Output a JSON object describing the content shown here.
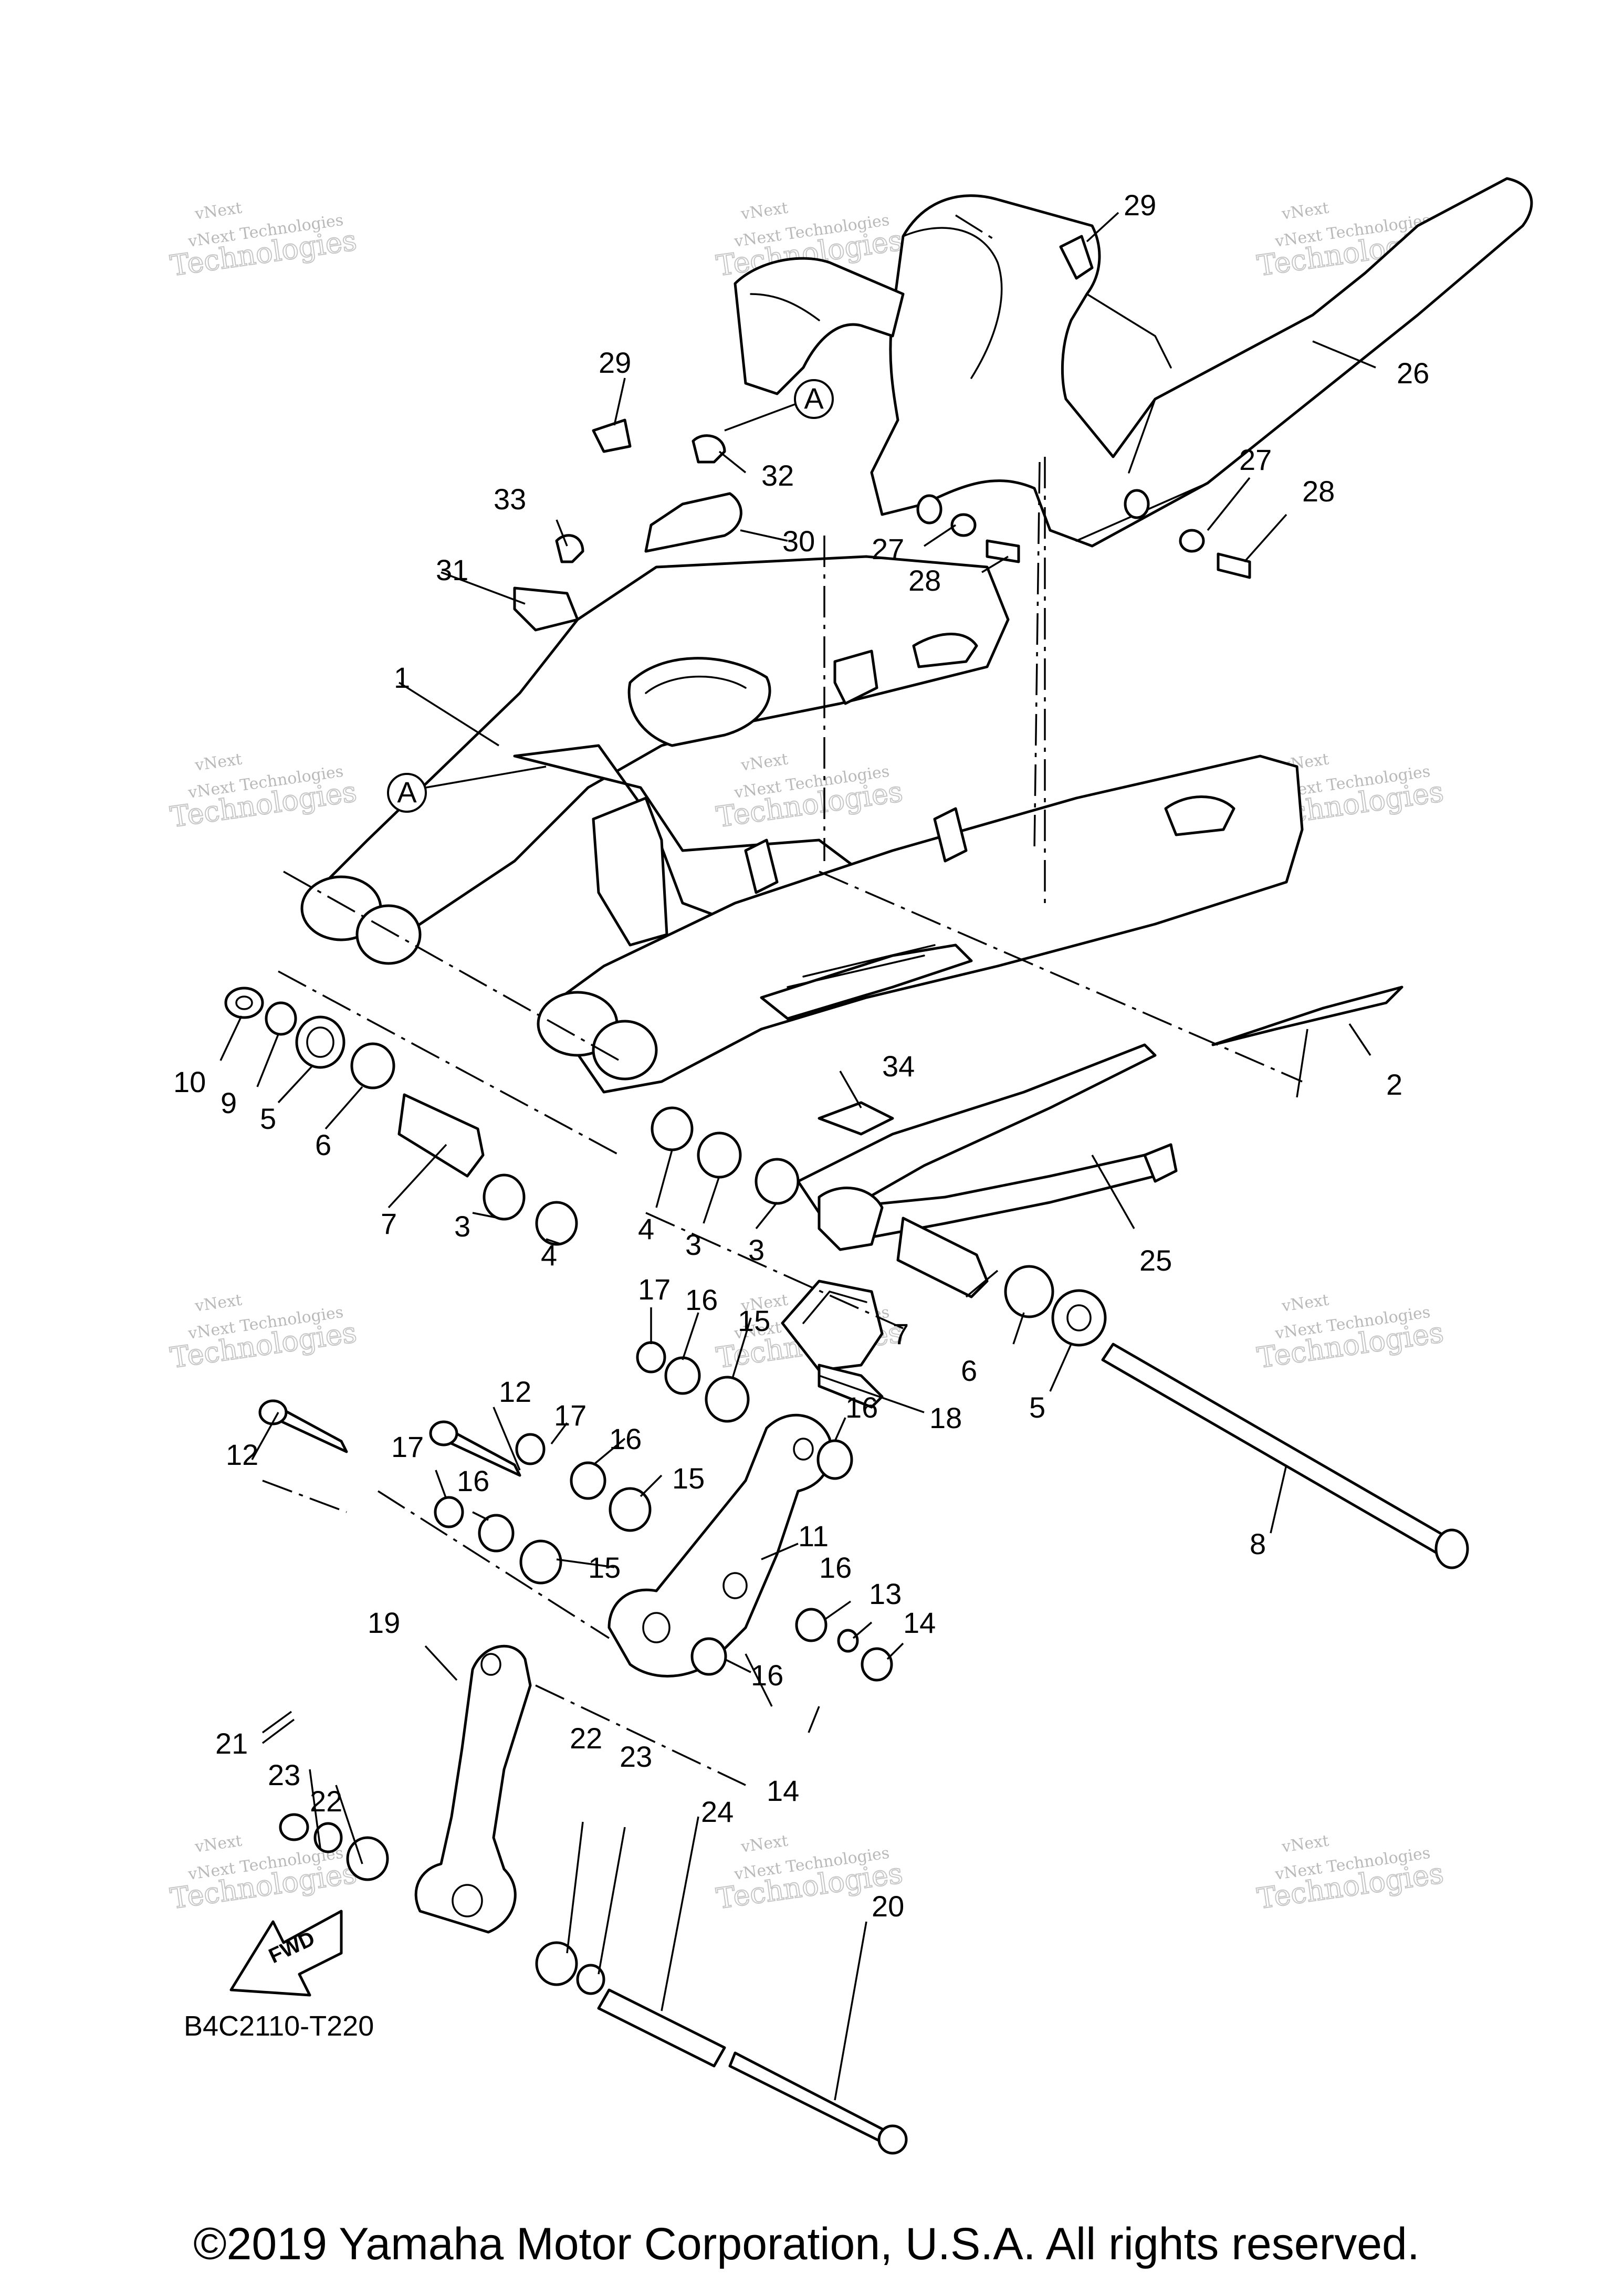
{
  "diagram": {
    "code": "B4C2110-T220",
    "copyright": "©2019 Yamaha Motor Corporation, U.S.A. All rights reserved.",
    "fwd_label": "FWD",
    "reference_mark": "A",
    "watermark": {
      "line1": "vNext Technologies",
      "line2": "Technologies",
      "line3": "vNext"
    },
    "callouts": [
      {
        "id": "c1",
        "text": "1"
      },
      {
        "id": "c2",
        "text": "2"
      },
      {
        "id": "c3a",
        "text": "3"
      },
      {
        "id": "c3b",
        "text": "3"
      },
      {
        "id": "c3c",
        "text": "3"
      },
      {
        "id": "c4a",
        "text": "4"
      },
      {
        "id": "c4b",
        "text": "4"
      },
      {
        "id": "c5a",
        "text": "5"
      },
      {
        "id": "c5b",
        "text": "5"
      },
      {
        "id": "c6a",
        "text": "6"
      },
      {
        "id": "c6b",
        "text": "6"
      },
      {
        "id": "c7a",
        "text": "7"
      },
      {
        "id": "c7b",
        "text": "7"
      },
      {
        "id": "c8",
        "text": "8"
      },
      {
        "id": "c9",
        "text": "9"
      },
      {
        "id": "c10",
        "text": "10"
      },
      {
        "id": "c11",
        "text": "11"
      },
      {
        "id": "c12a",
        "text": "12"
      },
      {
        "id": "c12b",
        "text": "12"
      },
      {
        "id": "c13",
        "text": "13"
      },
      {
        "id": "c14a",
        "text": "14"
      },
      {
        "id": "c14b",
        "text": "14"
      },
      {
        "id": "c15a",
        "text": "15"
      },
      {
        "id": "c15b",
        "text": "15"
      },
      {
        "id": "c15c",
        "text": "15"
      },
      {
        "id": "c16a",
        "text": "16"
      },
      {
        "id": "c16b",
        "text": "16"
      },
      {
        "id": "c16c",
        "text": "16"
      },
      {
        "id": "c16d",
        "text": "16"
      },
      {
        "id": "c16e",
        "text": "16"
      },
      {
        "id": "c16f",
        "text": "16"
      },
      {
        "id": "c17a",
        "text": "17"
      },
      {
        "id": "c17b",
        "text": "17"
      },
      {
        "id": "c17c",
        "text": "17"
      },
      {
        "id": "c18",
        "text": "18"
      },
      {
        "id": "c19",
        "text": "19"
      },
      {
        "id": "c20",
        "text": "20"
      },
      {
        "id": "c21",
        "text": "21"
      },
      {
        "id": "c22a",
        "text": "22"
      },
      {
        "id": "c22b",
        "text": "22"
      },
      {
        "id": "c23a",
        "text": "23"
      },
      {
        "id": "c23b",
        "text": "23"
      },
      {
        "id": "c24",
        "text": "24"
      },
      {
        "id": "c25",
        "text": "25"
      },
      {
        "id": "c26",
        "text": "26"
      },
      {
        "id": "c27a",
        "text": "27"
      },
      {
        "id": "c27b",
        "text": "27"
      },
      {
        "id": "c28a",
        "text": "28"
      },
      {
        "id": "c28b",
        "text": "28"
      },
      {
        "id": "c29a",
        "text": "29"
      },
      {
        "id": "c29b",
        "text": "29"
      },
      {
        "id": "c30",
        "text": "30"
      },
      {
        "id": "c31",
        "text": "31"
      },
      {
        "id": "c32",
        "text": "32"
      },
      {
        "id": "c33",
        "text": "33"
      },
      {
        "id": "c34",
        "text": "34"
      }
    ]
  }
}
